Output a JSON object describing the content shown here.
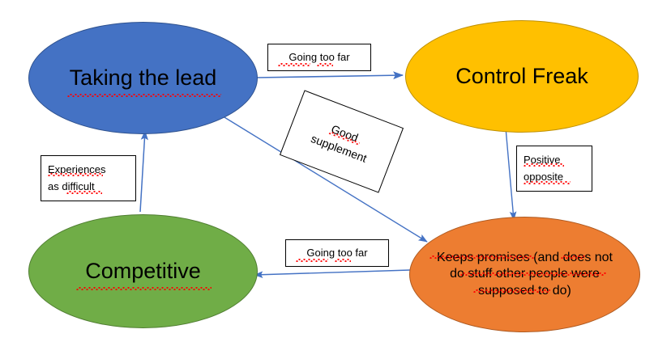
{
  "diagram": {
    "title": "Taking the lead / Control Freak / Competitive / Keeps promises concept map",
    "background_color": "#FFFFFF",
    "arrow_color": "#4472C4",
    "nodes": [
      {
        "id": "taking-the-lead",
        "label": "Taking the lead",
        "fill": "#4472C4",
        "stroke": "#2F528F",
        "text_color": "#000000",
        "spellcheck_underline": true
      },
      {
        "id": "control-freak",
        "label": "Control Freak",
        "fill": "#FFC000",
        "stroke": "#BF9000",
        "text_color": "#000000",
        "spellcheck_underline": false
      },
      {
        "id": "competitive",
        "label": "Competitive",
        "fill": "#70AD47",
        "stroke": "#507E32",
        "text_color": "#000000",
        "spellcheck_underline": true
      },
      {
        "id": "keeps-promises",
        "label": "Keeps promises (and does not\ndo stuff other people were\nsupposed to do)",
        "fill": "#ED7D31",
        "stroke": "#AE5A21",
        "text_color": "#000000",
        "spellcheck_underline": true
      }
    ],
    "edge_labels": [
      {
        "id": "going-too-far-top",
        "text": "Going too far",
        "from": "taking-the-lead",
        "to": "control-freak",
        "rotated": false
      },
      {
        "id": "good-supplement",
        "text": "Good\nsupplement",
        "from": "taking-the-lead",
        "to": "keeps-promises",
        "rotated": true,
        "rotation_deg": 21
      },
      {
        "id": "positive-opposite",
        "text": "Positive\nopposite",
        "from": "control-freak",
        "to": "keeps-promises",
        "rotated": false
      },
      {
        "id": "going-too-far-bottom",
        "text": "Going too far",
        "from": "keeps-promises",
        "to": "competitive",
        "rotated": false
      },
      {
        "id": "experiences-as-difficult",
        "text": "Experiences\nas difficult",
        "from": "competitive",
        "to": "taking-the-lead",
        "rotated": false
      }
    ],
    "arrows": [
      {
        "id": "arrow-lead-to-control",
        "from": "taking-the-lead",
        "to": "control-freak"
      },
      {
        "id": "arrow-lead-to-keeps-promises",
        "from": "taking-the-lead",
        "to": "keeps-promises"
      },
      {
        "id": "arrow-control-to-keeps-promises",
        "from": "control-freak",
        "to": "keeps-promises"
      },
      {
        "id": "arrow-keeps-promises-to-competitive",
        "from": "keeps-promises",
        "to": "competitive"
      },
      {
        "id": "arrow-competitive-to-lead",
        "from": "competitive",
        "to": "taking-the-lead"
      }
    ]
  }
}
